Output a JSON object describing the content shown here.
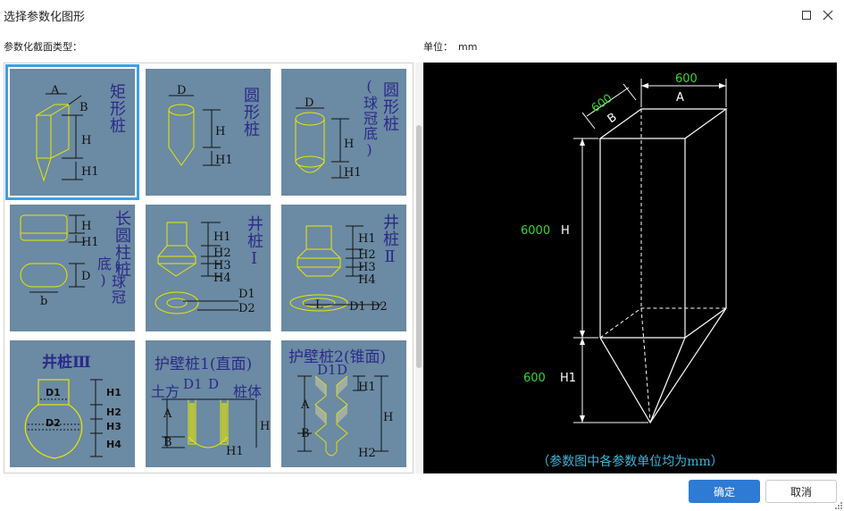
{
  "window": {
    "title": "选择参数化图形",
    "maximize_icon": "maximize-icon",
    "close_icon": "close-icon"
  },
  "labels": {
    "section_type": "参数化截面类型：",
    "unit_label": "单位：",
    "unit_value": "mm"
  },
  "thumbnails": [
    {
      "name": "矩形桩",
      "labels": [
        "A",
        "B",
        "H",
        "H1"
      ],
      "selected": true
    },
    {
      "name": "圆形桩",
      "labels": [
        "D",
        "H",
        "H1"
      ]
    },
    {
      "name": "圆形桩",
      "sub": "(球冠底)",
      "labels": [
        "D",
        "H",
        "H1"
      ]
    },
    {
      "name": "长圆柱桩",
      "sub": "(球冠底)",
      "labels": [
        "H",
        "H1",
        "D",
        "b"
      ]
    },
    {
      "name": "井桩Ⅰ",
      "labels": [
        "H1",
        "H2",
        "H3",
        "H4",
        "D1",
        "D2"
      ]
    },
    {
      "name": "井桩Ⅱ",
      "labels": [
        "H1",
        "H2",
        "H3",
        "H4",
        "L",
        "D1",
        "D2"
      ]
    },
    {
      "name": "井桩Ⅲ",
      "labels": [
        "D1",
        "D2",
        "H1",
        "H2",
        "H3",
        "H4"
      ]
    },
    {
      "name": "护壁桩1(直面)",
      "labels": [
        "土方",
        "D1",
        "D",
        "桩体",
        "A",
        "B",
        "H",
        "H1"
      ]
    },
    {
      "name": "护壁桩2(锥面)",
      "labels": [
        "D1",
        "D",
        "H1",
        "A",
        "B",
        "H",
        "H2"
      ]
    }
  ],
  "preview": {
    "dims": {
      "A": {
        "label": "A",
        "value": "600"
      },
      "B": {
        "label": "B",
        "value": "600"
      },
      "H": {
        "label": "H",
        "value": "6000"
      },
      "H1": {
        "label": "H1",
        "value": "600"
      }
    },
    "note": "（参数图中各参数单位均为mm）"
  },
  "buttons": {
    "ok": "确定",
    "cancel": "取消"
  },
  "colors": {
    "thumb_bg": "#6b8aa3",
    "selected_outline": "#3aa0e8",
    "primary": "#2e7bd6",
    "preview_bg": "#000000",
    "dim_value": "#33d633",
    "note": "#3fb6d8"
  }
}
